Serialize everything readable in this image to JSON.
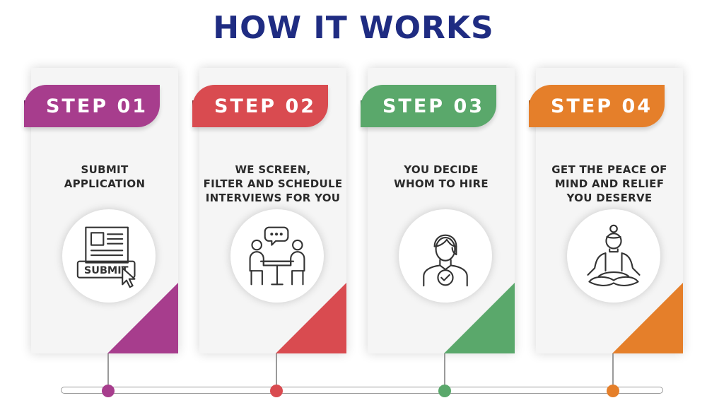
{
  "title": "HOW IT WORKS",
  "colors": {
    "title": "#1f2c82",
    "step1": "#a73d8d",
    "step2": "#d94b50",
    "step3": "#5aa86b",
    "step4": "#e57f2a"
  },
  "steps": [
    {
      "label": "STEP 01",
      "description": "SUBMIT\nAPPLICATION",
      "icon": "submit-form-icon",
      "icon_text": "SUBMIT"
    },
    {
      "label": "STEP 02",
      "description": "WE SCREEN,\nFILTER AND SCHEDULE\nINTERVIEWS FOR YOU",
      "icon": "interview-meeting-icon"
    },
    {
      "label": "STEP 03",
      "description": "YOU DECIDE\nWHOM TO HIRE",
      "icon": "approved-person-icon"
    },
    {
      "label": "STEP 04",
      "description": "GET THE PEACE OF\nMIND AND RELIEF\nYOU DESERVE",
      "icon": "meditation-icon"
    }
  ]
}
